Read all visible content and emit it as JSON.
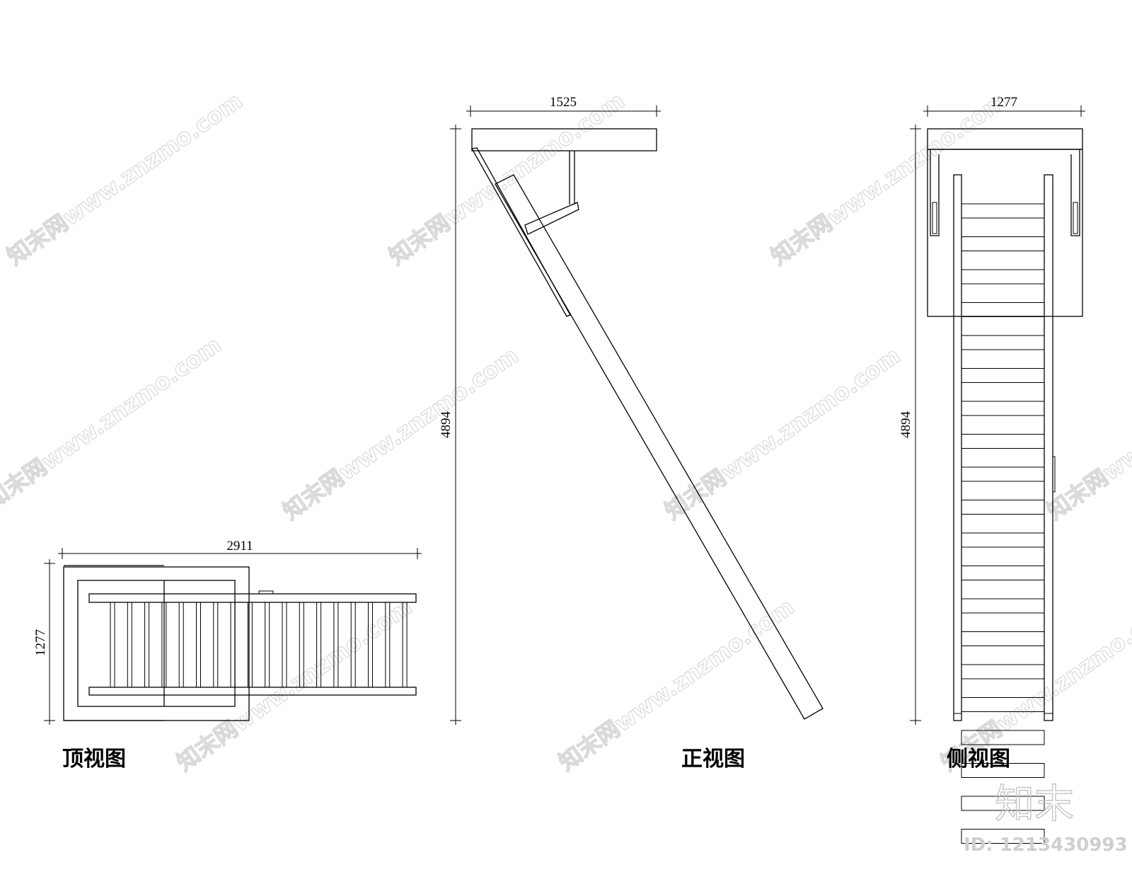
{
  "views": {
    "top": {
      "caption": "顶视图",
      "width_dim": "2911",
      "depth_dim": "1277"
    },
    "front": {
      "caption": "正视图",
      "width_dim": "1525",
      "height_dim": "4894"
    },
    "side": {
      "caption": "侧视图",
      "width_dim": "1277",
      "height_dim": "4894"
    }
  },
  "watermark": {
    "text": "知末网www.znzmo.com"
  },
  "brand": {
    "name": "知末",
    "id_text": "ID: 1213430993"
  }
}
